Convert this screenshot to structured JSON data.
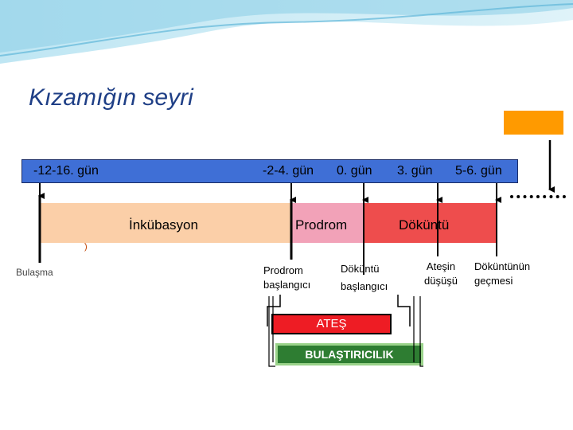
{
  "title": "Kızamığın seyri",
  "timeline": {
    "labels": {
      "incubation_range": "-12-16. gün",
      "prodrome_range": "-2-4. gün",
      "day0": "0. gün",
      "day3": "3. gün",
      "day5_6": "5-6. gün"
    },
    "colors": {
      "bar": "#3f6fd6",
      "incubation": "#fbcfa8",
      "prodrome": "#f2a2b8",
      "rash": "#ee4d4d",
      "orange_box": "#ff9a00"
    }
  },
  "phases": {
    "incubation": "İnkübasyon",
    "prodrome": "Prodrom",
    "rash": "Döküntü"
  },
  "events": {
    "infection": "Bulaşma",
    "prodrome_onset_line1": "Prodrom",
    "prodrome_onset_line2": "başlangıcı",
    "rash_onset_line1": "Döküntü",
    "rash_onset_line2": "başlangıcı",
    "fever_drop_line1": "Ateşin",
    "fever_drop_line2": "düşüşü",
    "rash_fade_line1": "Döküntünün",
    "rash_fade_line2": "geçmesi"
  },
  "small_mark": ")",
  "bars": {
    "fever": "ATEŞ",
    "contagious": "BULAŞTIRICILIK"
  }
}
